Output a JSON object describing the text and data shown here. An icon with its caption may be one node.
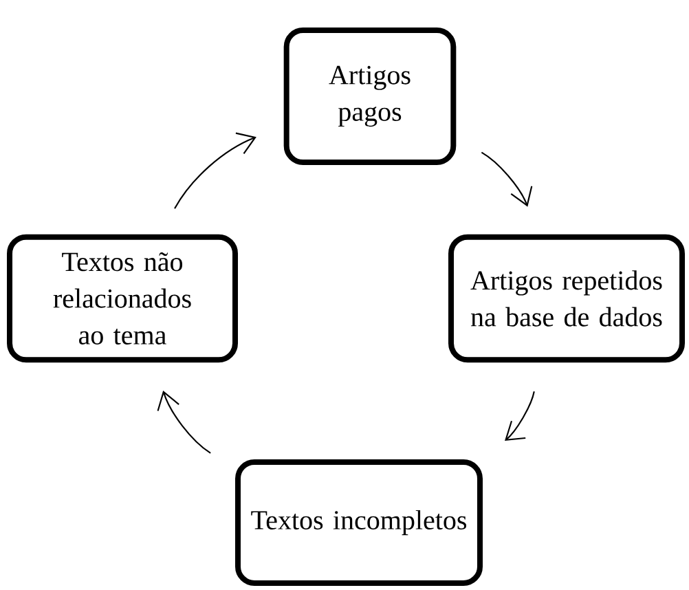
{
  "diagram": {
    "nodes": [
      {
        "text": [
          "Artigos pagos"
        ]
      },
      {
        "text": [
          "Artigos repetidos na base de dados"
        ]
      },
      {
        "text": [
          "Textos incompletos"
        ]
      },
      {
        "text": [
          "Textos não relacionados ao tema"
        ]
      }
    ],
    "edges": [
      {
        "from": 0,
        "to": 1,
        "arrow": "to"
      },
      {
        "from": 1,
        "to": 2,
        "arrow": "to"
      },
      {
        "from": 2,
        "to": 3,
        "arrow": "to"
      },
      {
        "from": 3,
        "to": 0,
        "arrow": "to"
      }
    ]
  }
}
